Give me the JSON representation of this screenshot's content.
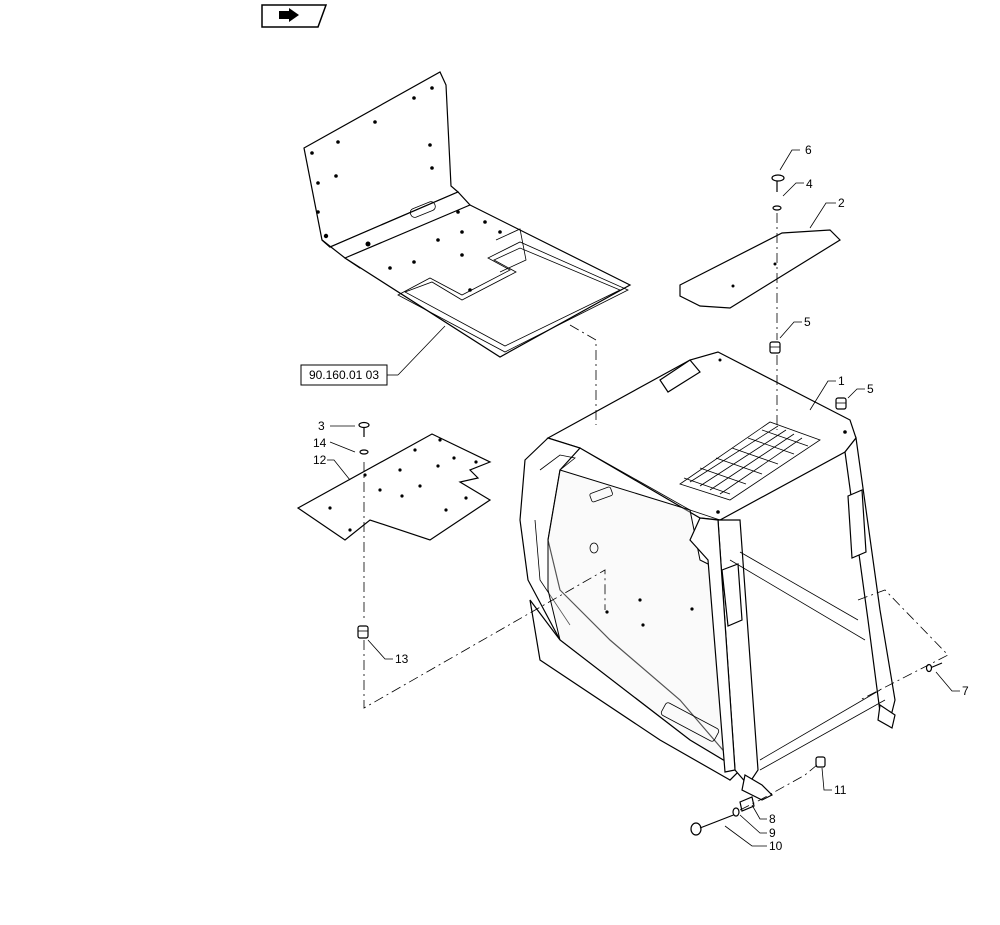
{
  "diagram": {
    "ref_label": "90.160.01 03",
    "callouts": [
      {
        "id": "c1",
        "text": "1"
      },
      {
        "id": "c2",
        "text": "2"
      },
      {
        "id": "c3",
        "text": "3"
      },
      {
        "id": "c4",
        "text": "4"
      },
      {
        "id": "c5a",
        "text": "5"
      },
      {
        "id": "c5b",
        "text": "5"
      },
      {
        "id": "c6",
        "text": "6"
      },
      {
        "id": "c7",
        "text": "7"
      },
      {
        "id": "c8",
        "text": "8"
      },
      {
        "id": "c9",
        "text": "9"
      },
      {
        "id": "c10",
        "text": "10"
      },
      {
        "id": "c11",
        "text": "11"
      },
      {
        "id": "c12",
        "text": "12"
      },
      {
        "id": "c13",
        "text": "13"
      },
      {
        "id": "c14",
        "text": "14"
      }
    ],
    "nav_icon": "book-arrow-icon"
  }
}
